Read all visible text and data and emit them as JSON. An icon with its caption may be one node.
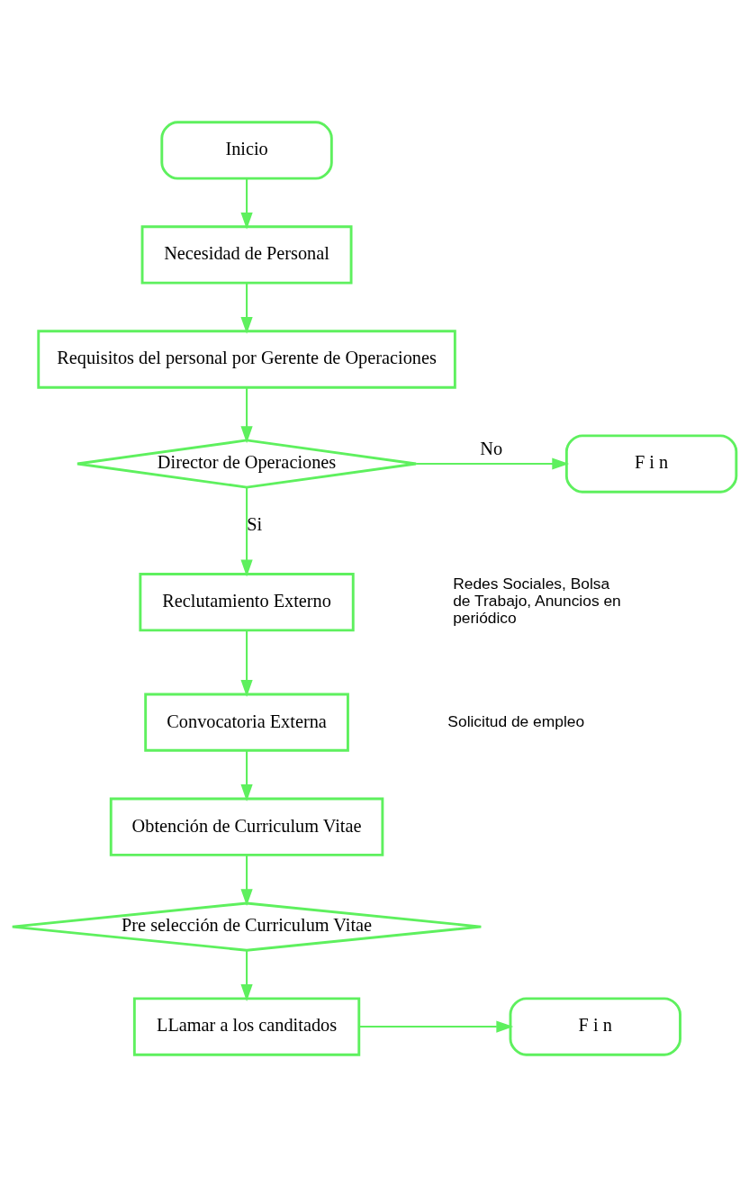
{
  "diagram": {
    "nodes": [
      {
        "text": [
          "Inicio"
        ]
      },
      {
        "text": [
          "Necesidad de Personal"
        ]
      },
      {
        "text": [
          "Requisitos del personal por Gerente de Operaciones"
        ]
      },
      {
        "text": [
          "Director de Operaciones"
        ]
      },
      {
        "text": [
          "F i n"
        ]
      },
      {
        "text": [
          "Reclutamiento Externo"
        ]
      },
      {
        "text": [
          "Convocatoria Externa"
        ]
      },
      {
        "text": [
          "Obtención de Curriculum Vitae"
        ]
      },
      {
        "text": [
          "Pre selección de Curriculum Vitae"
        ]
      },
      {
        "text": [
          "LLamar a los canditados"
        ]
      },
      {
        "text": [
          "F i n"
        ]
      }
    ],
    "edges": [
      {
        "from": 0,
        "to": 1,
        "arrow": "to"
      },
      {
        "from": 1,
        "to": 2,
        "arrow": "to"
      },
      {
        "from": 2,
        "to": 3,
        "arrow": "to"
      },
      {
        "from": 3,
        "to": 4,
        "arrow": "to",
        "label": "No"
      },
      {
        "from": 3,
        "to": 5,
        "arrow": "to",
        "label": "Si"
      },
      {
        "from": 5,
        "to": 6,
        "arrow": "to"
      },
      {
        "from": 6,
        "to": 7,
        "arrow": "to"
      },
      {
        "from": 7,
        "to": 8,
        "arrow": "to"
      },
      {
        "from": 8,
        "to": 9,
        "arrow": "to"
      },
      {
        "from": 9,
        "to": 10,
        "arrow": "to"
      }
    ],
    "labels": [
      "Redes Sociales, Bolsa de Trabajo, Anuncios en periódico",
      "Solicitud de empleo"
    ]
  }
}
